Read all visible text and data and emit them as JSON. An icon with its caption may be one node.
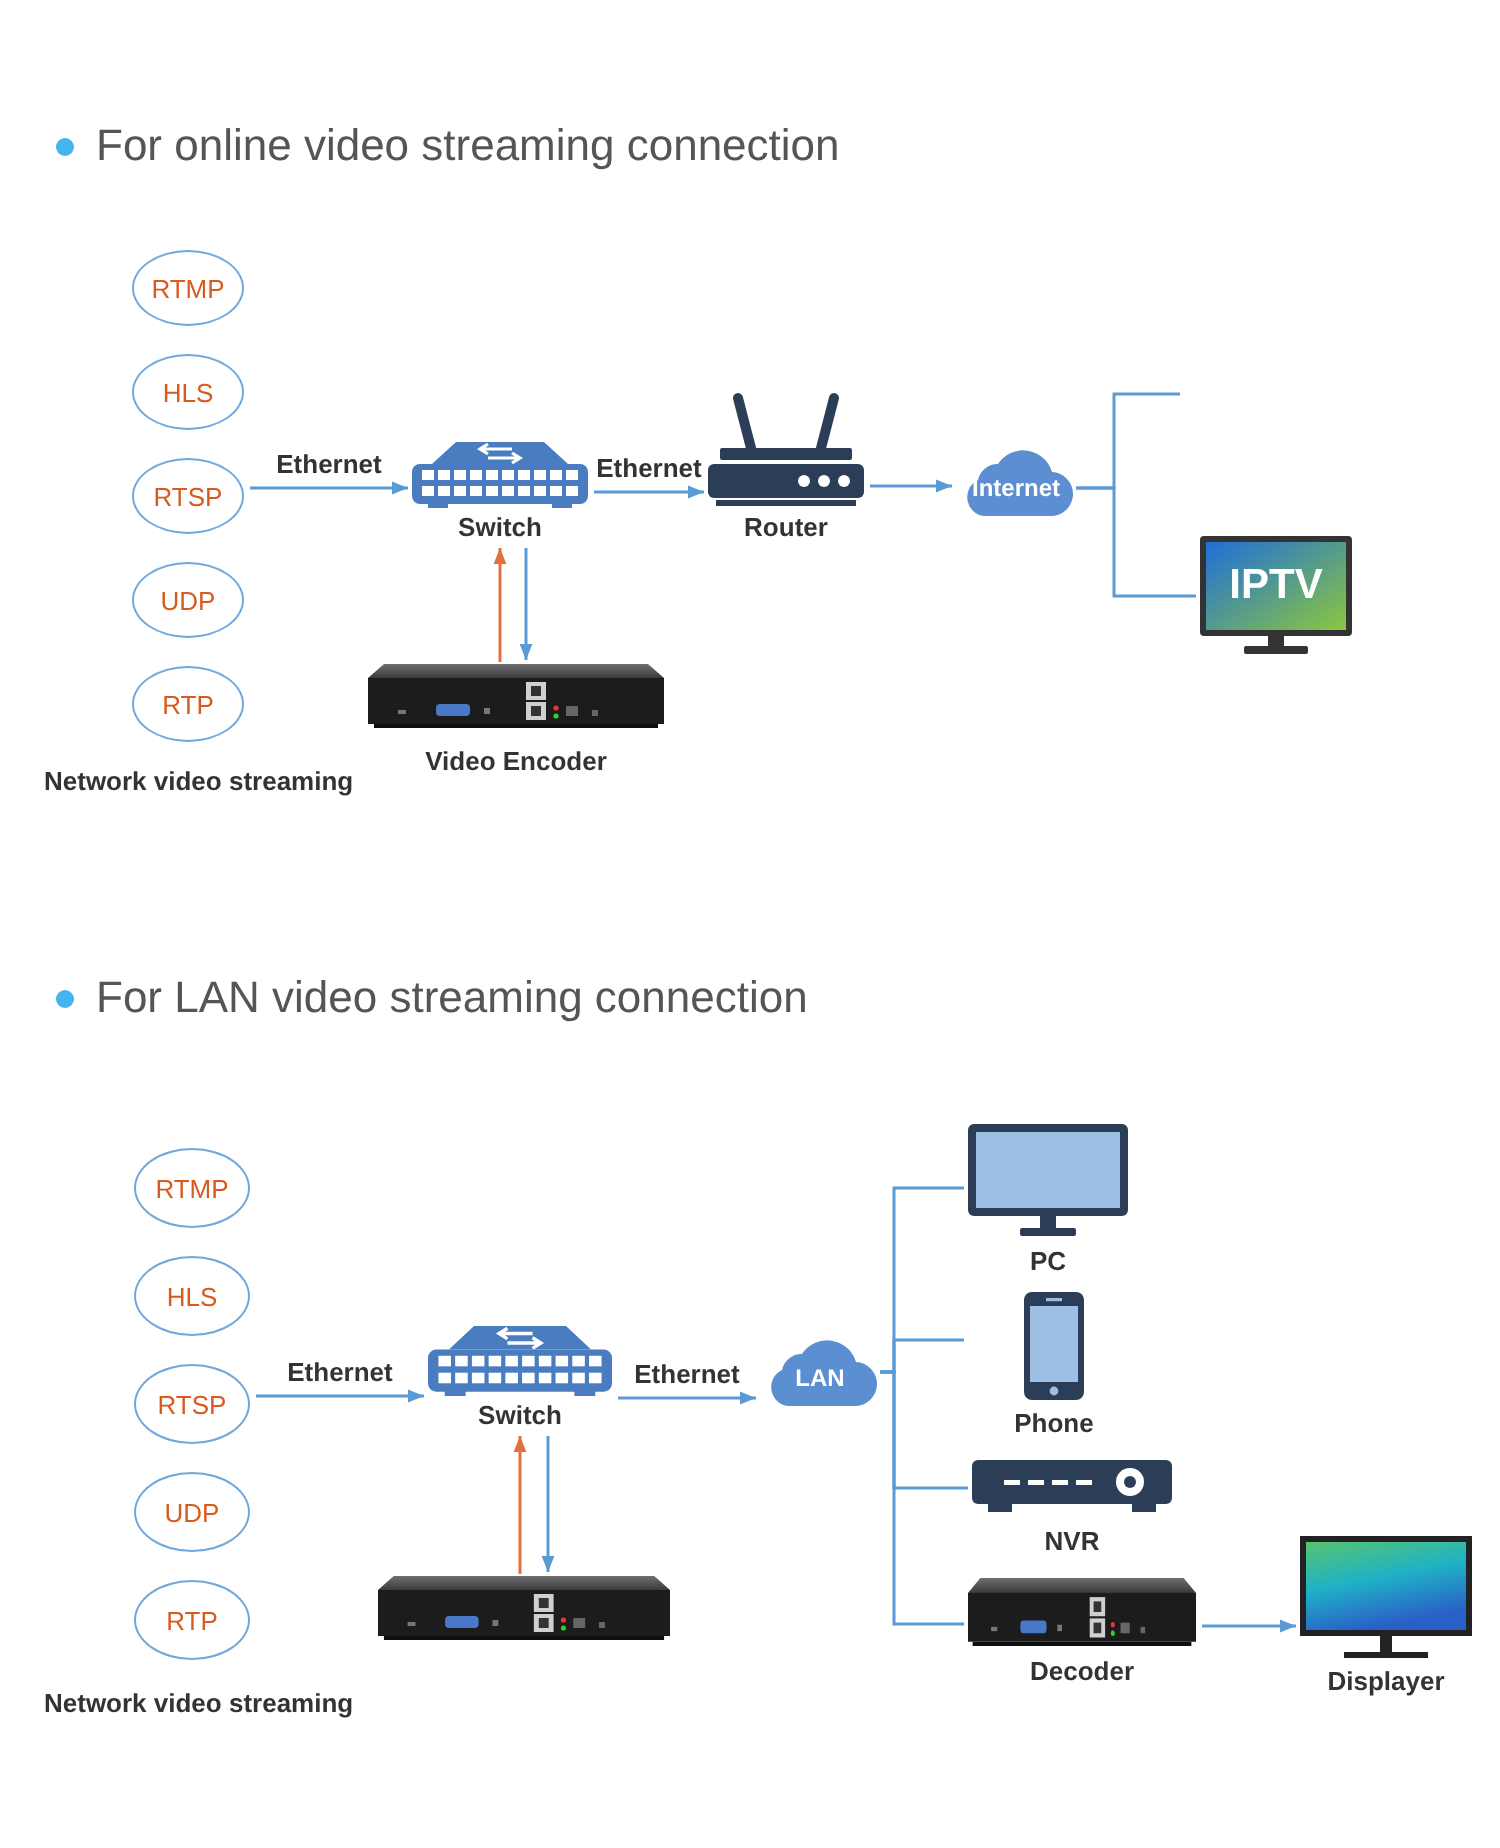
{
  "diagram": {
    "nodes": [
      {
        "text": [
          "RTMP"
        ]
      },
      {
        "text": [
          "HLS"
        ]
      },
      {
        "text": [
          "RTSP"
        ]
      },
      {
        "text": [
          "UDP"
        ]
      },
      {
        "text": [
          "RTP"
        ]
      },
      {
        "text": [
          "Switch"
        ]
      },
      {
        "text": [
          "Router"
        ]
      },
      {
        "text": [
          "Internet"
        ]
      },
      {
        "text": [
          "IPTV"
        ]
      },
      {
        "text": [
          "Video Encoder"
        ]
      },
      {
        "text": [
          "RTMP"
        ]
      },
      {
        "text": [
          "HLS"
        ]
      },
      {
        "text": [
          "RTSP"
        ]
      },
      {
        "text": [
          "UDP"
        ]
      },
      {
        "text": [
          "RTP"
        ]
      },
      {
        "text": [
          "Switch"
        ]
      },
      {
        "text": [
          "LAN"
        ]
      },
      {
        "text": [
          "PC"
        ]
      },
      {
        "text": [
          "Phone"
        ]
      },
      {
        "text": [
          "NVR"
        ]
      },
      {
        "text": [
          "Decoder"
        ]
      },
      {
        "text": [
          "Displayer"
        ]
      },
      {
        "text": [],
        "shape": "picture"
      }
    ],
    "edges": [
      {
        "from": 2,
        "to": 5,
        "arrow": "to",
        "label": "Ethernet"
      },
      {
        "from": 5,
        "to": 6,
        "arrow": "to",
        "label": "Ethernet"
      },
      {
        "from": 6,
        "to": 7,
        "arrow": "to"
      },
      {
        "from": 7,
        "to": null,
        "arrow": "none"
      },
      {
        "from": 7,
        "to": 8,
        "arrow": "none"
      },
      {
        "from": 9,
        "to": 5,
        "arrow": "to",
        "color": "#e2703c"
      },
      {
        "from": 5,
        "to": 9,
        "arrow": "to"
      },
      {
        "from": 12,
        "to": 15,
        "arrow": "to",
        "label": "Ethernet"
      },
      {
        "from": 15,
        "to": 16,
        "arrow": "to",
        "label": "Ethernet"
      },
      {
        "from": 16,
        "to": 17,
        "arrow": "none"
      },
      {
        "from": 16,
        "to": 18,
        "arrow": "none"
      },
      {
        "from": 16,
        "to": 19,
        "arrow": "none"
      },
      {
        "from": 16,
        "to": 20,
        "arrow": "none"
      },
      {
        "from": 20,
        "to": 21,
        "arrow": "to"
      },
      {
        "from": 22,
        "to": 15,
        "arrow": "to",
        "color": "#e2703c"
      },
      {
        "from": 15,
        "to": 22,
        "arrow": "to"
      }
    ],
    "labels": [
      "For online video streaming connection",
      "Network video streaming",
      "For LAN video streaming connection",
      "Network video streaming"
    ]
  }
}
